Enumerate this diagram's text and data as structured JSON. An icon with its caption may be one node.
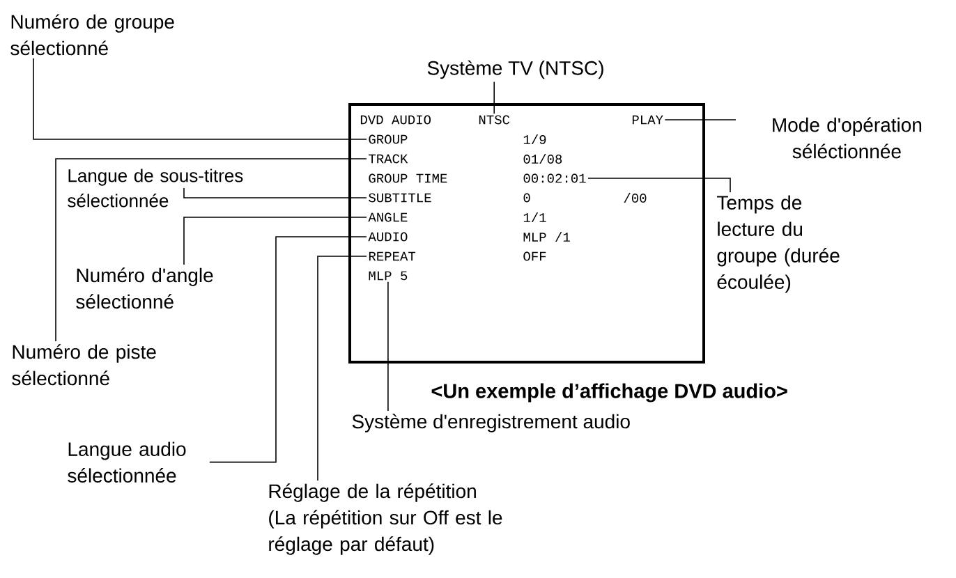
{
  "diagram": {
    "caption": "<Un exemple d’affichage DVD audio>",
    "nodes": [
      {
        "text": [],
        "shape": "box"
      },
      {
        "text": [
          "NTSC"
        ],
        "in": 0
      },
      {
        "text": [
          "PLAY"
        ],
        "in": 0
      },
      {
        "text": [
          "GROUP"
        ],
        "in": 0
      },
      {
        "text": [
          "TRACK"
        ],
        "in": 0
      },
      {
        "text": [
          "00:02:01"
        ],
        "in": 0
      },
      {
        "text": [
          "SUBTITLE"
        ],
        "in": 0
      },
      {
        "text": [
          "ANGLE"
        ],
        "in": 0
      },
      {
        "text": [
          "AUDIO"
        ],
        "in": 0
      },
      {
        "text": [
          "REPEAT"
        ],
        "in": 0
      },
      {
        "text": [
          "MLP 5"
        ],
        "in": 0
      },
      {
        "text": [
          "Système TV (NTSC)"
        ]
      },
      {
        "text": [
          "Mode d'opération séléctionnée"
        ]
      },
      {
        "text": [
          "Numéro de groupe sélectionné"
        ]
      },
      {
        "text": [
          "Langue de sous-titres sélectionnée"
        ]
      },
      {
        "text": [
          "Temps de lecture du groupe (durée écoulée)"
        ]
      },
      {
        "text": [
          "Numéro d'angle sélectionné"
        ]
      },
      {
        "text": [
          "Numéro de piste sélectionné"
        ]
      },
      {
        "text": [
          "Langue audio sélectionnée"
        ]
      },
      {
        "text": [
          "Système d'enregistrement audio"
        ]
      },
      {
        "text": [
          "Réglage de la répétition (La répétition sur Off est le réglage par défaut)"
        ]
      }
    ],
    "edges": [
      {
        "from": 11,
        "to": 1,
        "arrow": "none"
      },
      {
        "from": 12,
        "to": 2,
        "arrow": "none"
      },
      {
        "from": 13,
        "to": 3,
        "arrow": "none"
      },
      {
        "from": 17,
        "to": 4,
        "arrow": "none"
      },
      {
        "from": 15,
        "to": 5,
        "arrow": "none"
      },
      {
        "from": 14,
        "to": 6,
        "arrow": "none"
      },
      {
        "from": 16,
        "to": 7,
        "arrow": "none"
      },
      {
        "from": 18,
        "to": 8,
        "arrow": "none"
      },
      {
        "from": 20,
        "to": 9,
        "arrow": "none"
      },
      {
        "from": 19,
        "to": 10,
        "arrow": "none"
      }
    ],
    "labels": [
      "DVD AUDIO",
      "1/9",
      "01/08",
      "GROUP TIME",
      "0",
      "/00",
      "1/1",
      "MLP /1",
      "OFF"
    ]
  }
}
